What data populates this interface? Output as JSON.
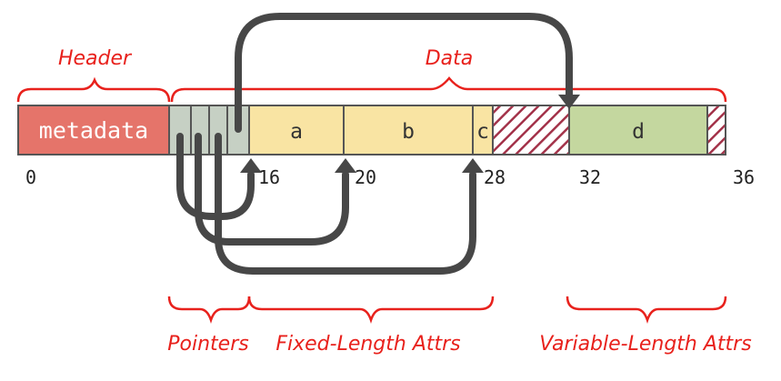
{
  "sections": {
    "header": "Header",
    "data": "Data",
    "pointers": "Pointers",
    "fixed": "Fixed-Length Attrs",
    "variable": "Variable-Length Attrs"
  },
  "cells": {
    "metadata": "metadata",
    "a": "a",
    "b": "b",
    "c": "c",
    "d": "d"
  },
  "offsets": {
    "o0": "0",
    "o16": "16",
    "o20": "20",
    "o28": "28",
    "o32": "32",
    "o36": "36"
  },
  "colors": {
    "header": "#e5746a",
    "pointers": "#c6d0c4",
    "fixed": "#f9e4a3",
    "variable": "#c4d79f",
    "hatch": "#a33249",
    "arrow": "#474747",
    "annotation": "#e8211c"
  }
}
